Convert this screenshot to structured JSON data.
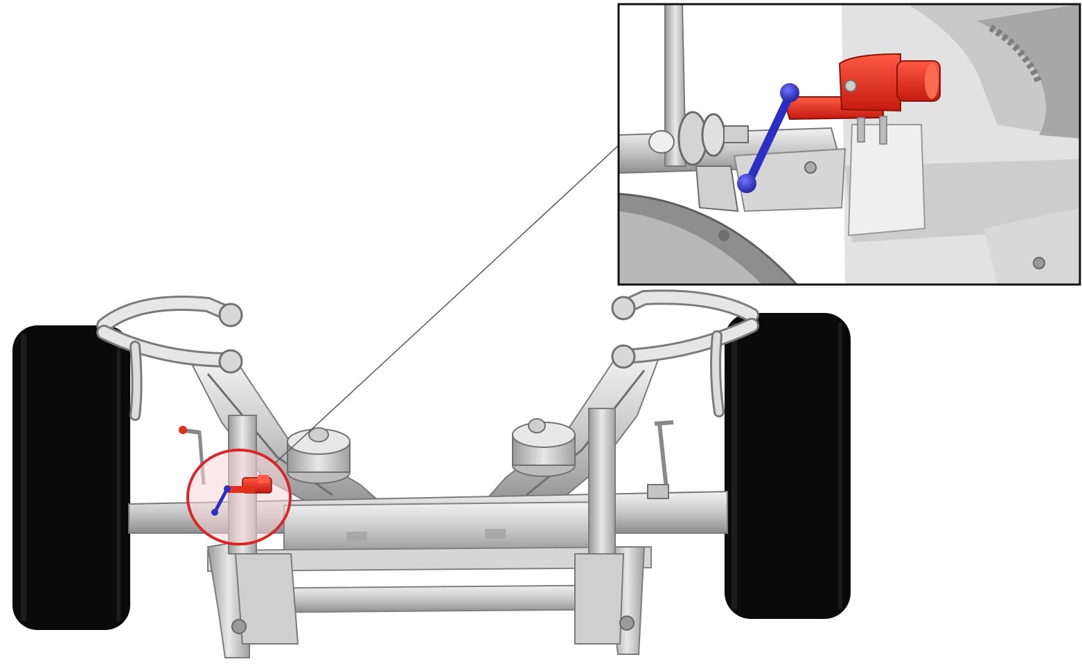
{
  "figure": {
    "main_view": {
      "components": [
        "tire-left",
        "tire-right",
        "subframe",
        "upper-control-arm-left",
        "upper-control-arm-right",
        "lower-control-arm-left",
        "lower-control-arm-right",
        "strut-mount-left",
        "strut-mount-right",
        "stabilizer-link-left",
        "stabilizer-link-right",
        "ride-height-sensor",
        "sensor-link"
      ],
      "highlight": "ride-height-sensor"
    },
    "inset_view": {
      "shows": "ride-height-sensor-closeup"
    }
  },
  "colors": {
    "background": "#ffffff",
    "tire": "#0a0a0a",
    "metal_light": "#e4e4e4",
    "metal_mid": "#bdbdbd",
    "metal_dark": "#8a8a8a",
    "sensor_red": "#e0301e",
    "link_blue": "#2c2fc4",
    "callout_circle": "#d8262a",
    "callout_fill": "#f7d7d7",
    "leader_line": "#555555",
    "inset_border": "#111111"
  }
}
